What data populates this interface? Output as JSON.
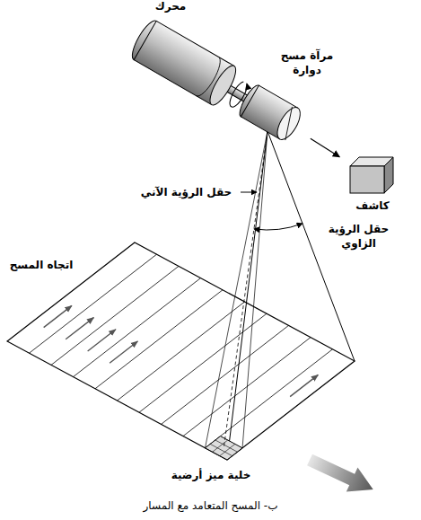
{
  "diagram": {
    "caption": "ب- المسح المتعامد مع المسار",
    "nodes": [
      {
        "text": [
          "محرك"
        ]
      },
      {
        "text": [
          "مرآة مسح دوارة"
        ]
      },
      {
        "text": [
          "كاشف"
        ]
      }
    ],
    "edges": [
      {
        "from": 1,
        "to": 2,
        "arrow": "to"
      }
    ],
    "labels": [
      "حقل الرؤية الآني",
      "حقل الرؤية الزاوي",
      "اتجاه المسح",
      "خلية ميز أرضية"
    ]
  }
}
